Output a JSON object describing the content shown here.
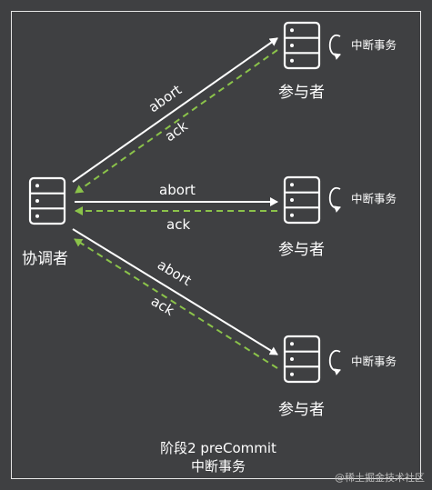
{
  "colors": {
    "background": "#3f4042",
    "line": "#ffffff",
    "ack": "#8bc34a"
  },
  "coordinator": {
    "label": "协调者",
    "icon": "server-icon"
  },
  "participants": [
    {
      "label": "参与者",
      "side_label": "中断事务",
      "icon": "server-icon"
    },
    {
      "label": "参与者",
      "side_label": "中断事务",
      "icon": "server-icon"
    },
    {
      "label": "参与者",
      "side_label": "中断事务",
      "icon": "server-icon"
    }
  ],
  "messages": {
    "abort": [
      "abort",
      "abort",
      "abort"
    ],
    "ack": [
      "ack",
      "ack",
      "ack"
    ]
  },
  "caption": {
    "line1": "阶段2 preCommit",
    "line2": "中断事务"
  },
  "watermark": "@稀土掘金技术社区"
}
